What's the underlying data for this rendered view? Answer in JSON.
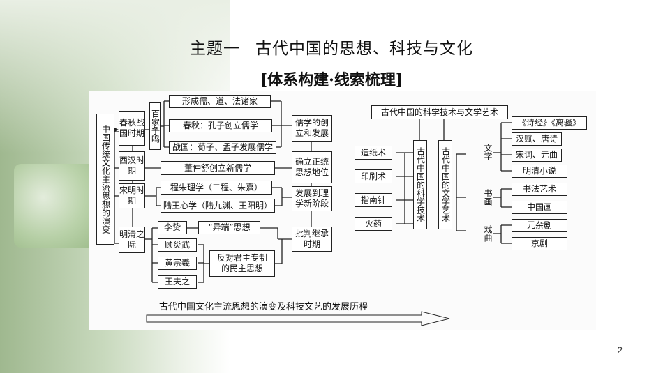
{
  "slide": {
    "title_part1": "主题一",
    "title_part2": "古代中国的思想、科技与文化",
    "subtitle": "[体系构建·线索梳理]",
    "page_number": "2"
  },
  "left_diagram": {
    "root": "中国传统文化主流思想的演变",
    "periods": [
      "春秋战国时期",
      "西汉时期",
      "宋明时期",
      "明清之际"
    ],
    "baijia": "百家争鸣",
    "spring_autumn_items": [
      "形成儒、道、法诸家",
      "春秋：孔子创立儒学",
      "战国：荀子、孟子发展儒学"
    ],
    "xihan_item": "董仲舒创立新儒学",
    "songming_items": [
      "程朱理学（二程、朱熹）",
      "陆王心学（陆九渊、王阳明）"
    ],
    "mingqing_people": [
      "李贽",
      "顾炎武",
      "黄宗羲",
      "王夫之"
    ],
    "yiduan": "“异端”思想",
    "anti_monarchy": "反对君主专制的民主思想",
    "stages": [
      "儒学的创立和发展",
      "确立正统思想地位",
      "发展到理学新阶段",
      "批判继承时期"
    ]
  },
  "right_diagram": {
    "root": "古代中国的科学技术与文学艺术",
    "science": "古代中国的科学技术",
    "inventions": [
      "造纸术",
      "印刷术",
      "指南针",
      "火药"
    ],
    "arts": "古代中国的文学艺术",
    "literature": "文学",
    "literature_items": [
      "《诗经》《离骚》",
      "汉赋、唐诗",
      "宋词、元曲",
      "明清小说"
    ],
    "painting": "书画",
    "painting_items": [
      "书法艺术",
      "中国画"
    ],
    "opera": "戏曲",
    "opera_items": [
      "元杂剧",
      "京剧"
    ]
  },
  "bottom_arrow_label": "古代中国文化主流思想的演变及科技文艺的发展历程"
}
